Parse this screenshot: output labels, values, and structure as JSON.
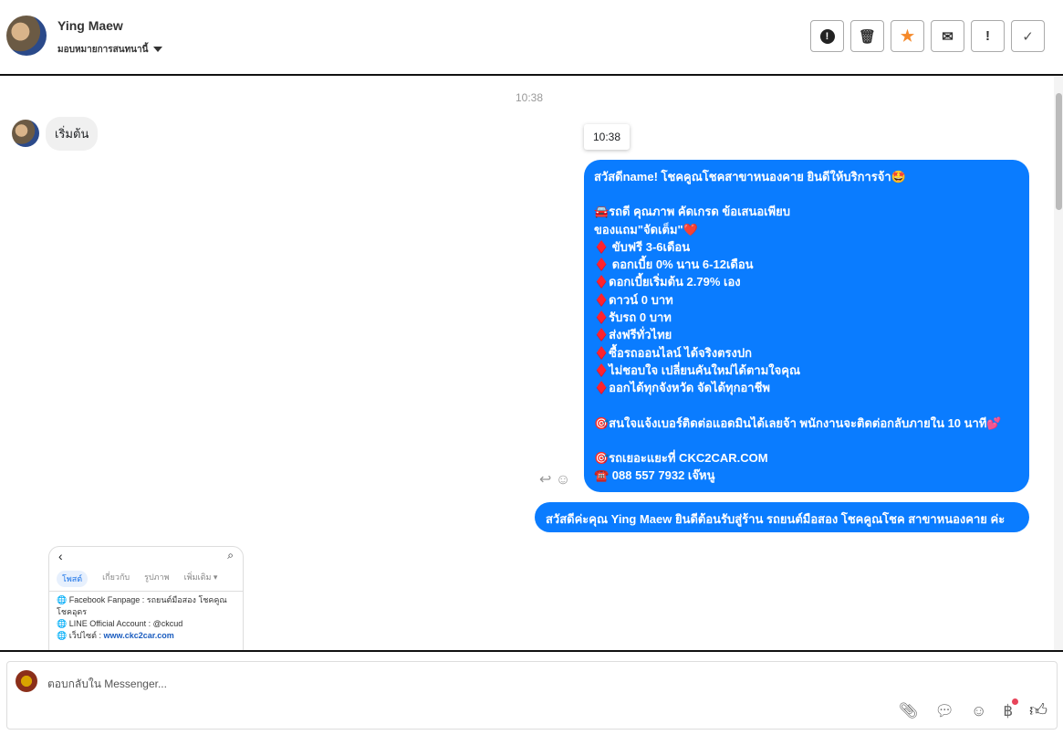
{
  "header": {
    "name": "Ying Maew",
    "assign_label": "มอบหมายการสนทนานี้"
  },
  "actions": [
    {
      "name": "mark-spam-button",
      "icon": "!"
    },
    {
      "name": "delete-button",
      "icon": "🗑"
    },
    {
      "name": "star-button",
      "icon": "★"
    },
    {
      "name": "mark-unread-button",
      "icon": "✉"
    },
    {
      "name": "follow-up-button",
      "icon": "!"
    },
    {
      "name": "done-button",
      "icon": "✓"
    }
  ],
  "chat": {
    "timestamp": "10:38",
    "incoming": "เริ่มต้น",
    "tooltip": "10:38",
    "big_message_lines": [
      "สวัสดีname! โชคคูณโชคสาขาหนองคาย ยินดีให้บริการจ้า🤩",
      "",
      "🚘รถดี คุณภาพ คัดเกรด ข้อเสนอเพียบ",
      "ของแถม\"จัดเต็ม\"❤️",
      "♦️ ขับฟรี 3-6เดือน",
      "♦️ ดอกเบี้ย 0% นาน 6-12เดือน",
      "♦️ดอกเบี้ยเริ่มต้น 2.79% เอง",
      "♦️ดาวน์ 0 บาท",
      "♦️รับรถ 0 บาท",
      "♦️ส่งฟรีทั่วไทย",
      "♦️ซื้อรถออนไลน์ ได้จริงตรงปก",
      "♦️ไม่ชอบใจ เปลี่ยนคันใหม่ได้ตามใจคุณ",
      "♦️ออกได้ทุกจังหวัด จัดได้ทุกอาชีพ",
      "",
      "🎯สนใจแจ้งเบอร์ติดต่อแอดมินได้เลยจ้า พนักงานจะติดต่อกลับภายใน 10 นาที💕",
      "",
      "🎯รถเยอะแยะที่ CKC2CAR.COM",
      "☎️ 088 557 7932 เจ๊หนู"
    ],
    "welcome": "สวัสดีค่ะคุณ Ying Maew ยินดีต้อนรับสู่ร้าน รถยนต์มือสอง โชคคูณโชค สาขาหนองคาย ค่ะ",
    "screenshot": {
      "tabs": [
        "โพสต์",
        "เกี่ยวกับ",
        "รูปภาพ",
        "เพิ่มเติม ▾"
      ],
      "line1": "🌐 Facebook Fanpage : รถยนต์มือสอง โชคคูณ โชคอุดร",
      "line2": "🌐 LINE Official Account : @ckcud",
      "line3_label": "🌐 เว็ปไซต์ : ",
      "line3_link": "www.ckc2car.com"
    }
  },
  "composer": {
    "placeholder": "ตอบกลับใน Messenger..."
  }
}
